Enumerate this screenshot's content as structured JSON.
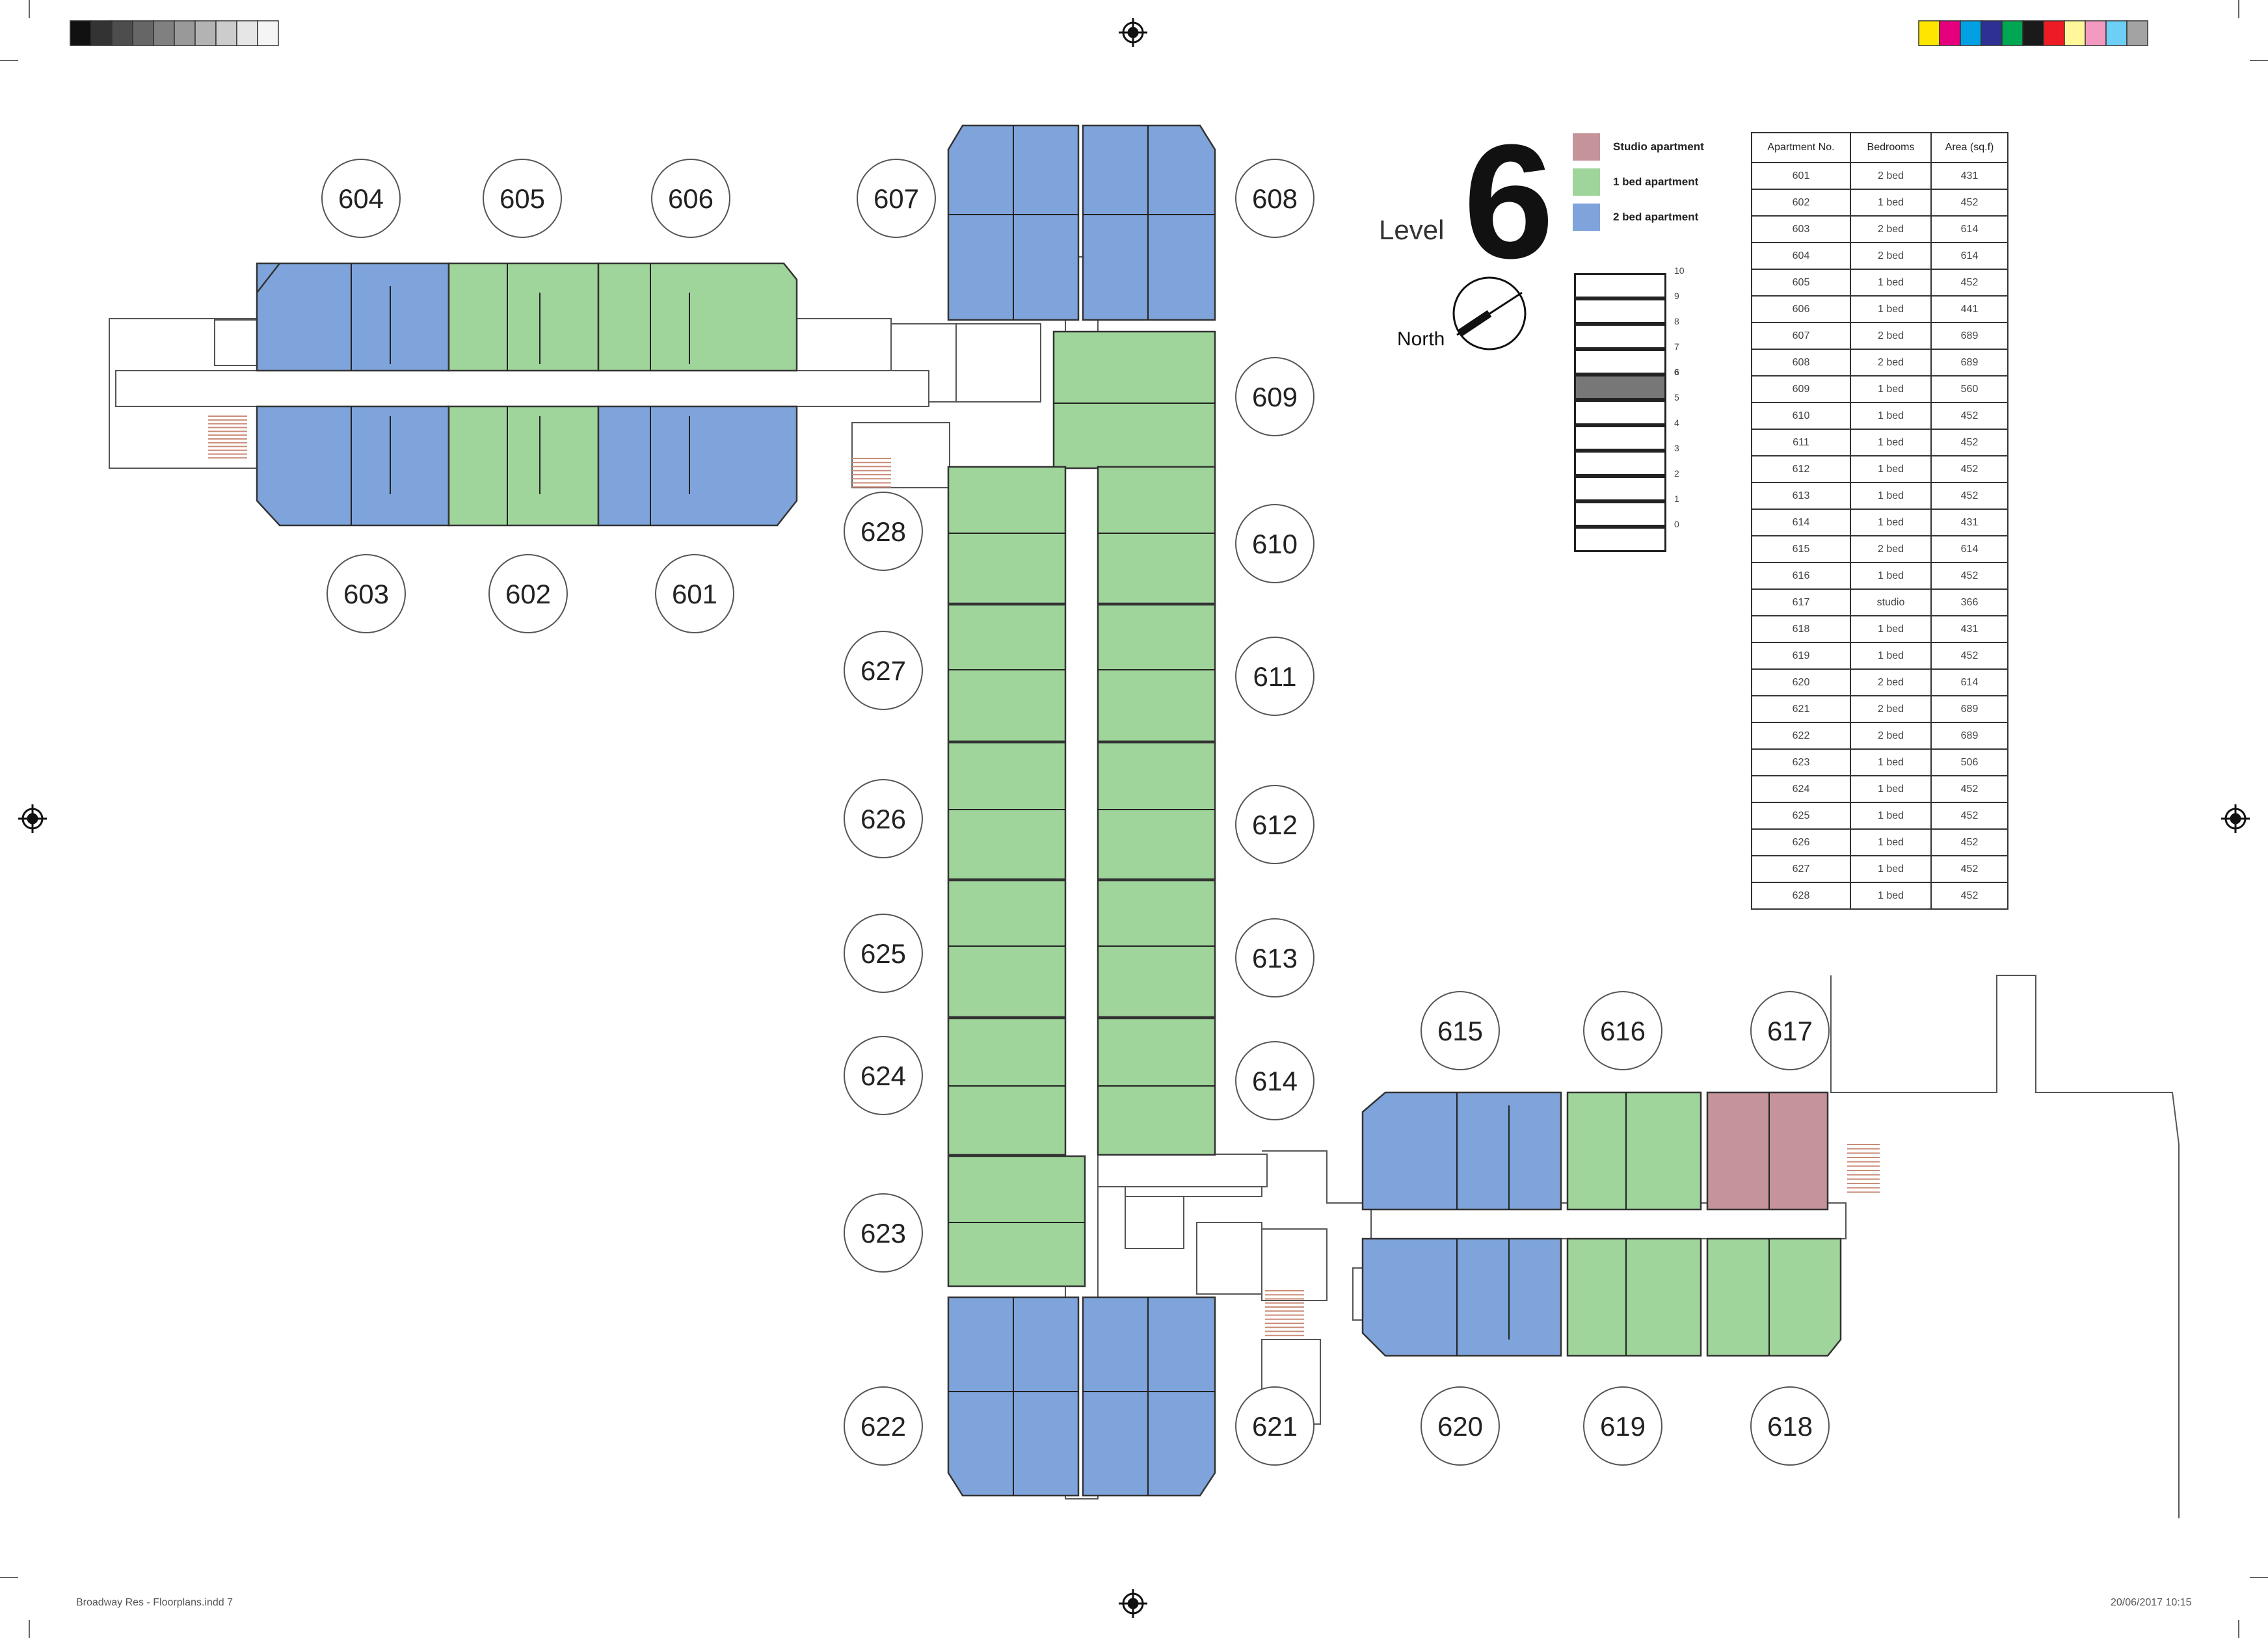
{
  "header": {
    "level_label": "Level",
    "level_number": "6",
    "north_label": "North"
  },
  "legend": [
    {
      "label": "Studio  apartment",
      "color": "#c5939a"
    },
    {
      "label": "1 bed apartment",
      "color": "#9fd49b"
    },
    {
      "label": "2 bed apartment",
      "color": "#7fa4db"
    }
  ],
  "level_stack": {
    "levels": [
      "10",
      "9",
      "8",
      "7",
      "6",
      "5",
      "4",
      "3",
      "2",
      "1",
      "0"
    ],
    "current": "6"
  },
  "table": {
    "headers": [
      "Apartment No.",
      "Bedrooms",
      "Area (sq.f)"
    ],
    "rows": [
      [
        "601",
        "2 bed",
        "431"
      ],
      [
        "602",
        "1 bed",
        "452"
      ],
      [
        "603",
        "2 bed",
        "614"
      ],
      [
        "604",
        "2 bed",
        "614"
      ],
      [
        "605",
        "1 bed",
        "452"
      ],
      [
        "606",
        "1 bed",
        "441"
      ],
      [
        "607",
        "2 bed",
        "689"
      ],
      [
        "608",
        "2 bed",
        "689"
      ],
      [
        "609",
        "1 bed",
        "560"
      ],
      [
        "610",
        "1 bed",
        "452"
      ],
      [
        "611",
        "1 bed",
        "452"
      ],
      [
        "612",
        "1 bed",
        "452"
      ],
      [
        "613",
        "1 bed",
        "452"
      ],
      [
        "614",
        "1 bed",
        "431"
      ],
      [
        "615",
        "2 bed",
        "614"
      ],
      [
        "616",
        "1 bed",
        "452"
      ],
      [
        "617",
        "studio",
        "366"
      ],
      [
        "618",
        "1 bed",
        "431"
      ],
      [
        "619",
        "1 bed",
        "452"
      ],
      [
        "620",
        "2 bed",
        "614"
      ],
      [
        "621",
        "2 bed",
        "689"
      ],
      [
        "622",
        "2 bed",
        "689"
      ],
      [
        "623",
        "1 bed",
        "506"
      ],
      [
        "624",
        "1 bed",
        "452"
      ],
      [
        "625",
        "1 bed",
        "452"
      ],
      [
        "626",
        "1 bed",
        "452"
      ],
      [
        "627",
        "1 bed",
        "452"
      ],
      [
        "628",
        "1 bed",
        "452"
      ]
    ]
  },
  "unit_labels": [
    "604",
    "605",
    "606",
    "607",
    "608",
    "609",
    "610",
    "611",
    "612",
    "613",
    "614",
    "603",
    "602",
    "601",
    "628",
    "627",
    "626",
    "625",
    "624",
    "623",
    "622",
    "621",
    "615",
    "616",
    "617",
    "620",
    "619",
    "618"
  ],
  "calibration": {
    "grays": [
      "#111111",
      "#333333",
      "#4d4d4d",
      "#666666",
      "#808080",
      "#999999",
      "#b3b3b3",
      "#cccccc",
      "#e6e6e6",
      "#f5f5f5"
    ],
    "colors": [
      "#ffe600",
      "#e6007e",
      "#00a0e3",
      "#2e3192",
      "#00a651",
      "#1a1a1a",
      "#ed1c24",
      "#fff799",
      "#f49ac1",
      "#6dcff6",
      "#a3a3a3"
    ]
  },
  "footer": {
    "left": "Broadway Res - Floorplans.indd   7",
    "right": "20/06/2017   10:15"
  }
}
